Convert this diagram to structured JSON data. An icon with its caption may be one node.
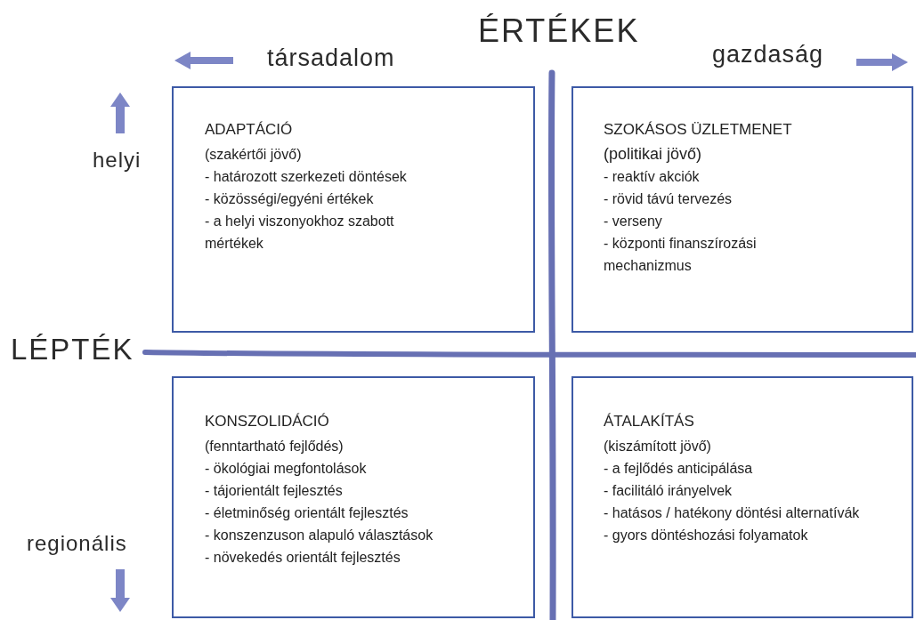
{
  "diagram": {
    "nodes": [
      {
        "text": [
          "ADAPTÁCIÓ",
          "(szakértői jövő)",
          "- határozott szerkezeti döntések",
          "- közösségi/egyéni értékek",
          "- a helyi viszonyokhoz szabott mértékek"
        ]
      },
      {
        "text": [
          "SZOKÁSOS ÜZLETMENET",
          "(politikai jövő)",
          "- reaktív akciók",
          "- rövid távú tervezés",
          "- verseny",
          "- központi finanszírozási mechanizmus"
        ]
      },
      {
        "text": [
          "KONSZOLIDÁCIÓ",
          "(fenntartható fejlődés)",
          "- ökológiai megfontolások",
          "- tájorientált fejlesztés",
          "- életminőség orientált fejlesztés",
          "- konszenzuson alapuló választások",
          "- növekedés orientált fejlesztés"
        ]
      },
      {
        "text": [
          "ÁTALAKÍTÁS",
          "(kiszámított jövő)",
          "- a fejlődés anticipálása",
          "- facilitáló irányelvek",
          "- hatásos / hatékony döntési alternatívák",
          "- gyors döntéshozási folyamatok"
        ]
      }
    ],
    "labels": [
      "ÉRTÉKEK",
      "társadalom",
      "gazdaság",
      "helyi",
      "LÉPTÉK",
      "regionális"
    ]
  }
}
